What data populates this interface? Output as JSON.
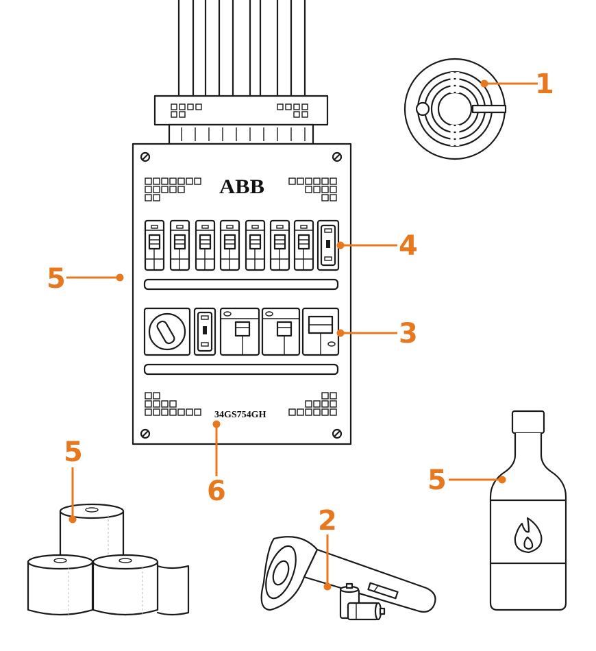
{
  "colors": {
    "accent": "#e8781e",
    "ink": "#1a1a1a",
    "background": "#ffffff"
  },
  "panel": {
    "brand": "ABB",
    "serial": "34GS754GH"
  },
  "callouts": {
    "smoke_detector": "1",
    "flashlight": "2",
    "lower_breakers": "3",
    "upper_breakers": "4",
    "panel_side": "5",
    "paper_rolls": "5",
    "bottle": "5",
    "serial_plate": "6"
  },
  "icons": [
    "smoke-detector-icon",
    "flashlight-icon",
    "battery-icon",
    "toilet-paper-rolls-icon",
    "flammable-bottle-icon",
    "flame-icon",
    "rotary-switch-icon",
    "circuit-breaker-icon",
    "screw-icon"
  ]
}
